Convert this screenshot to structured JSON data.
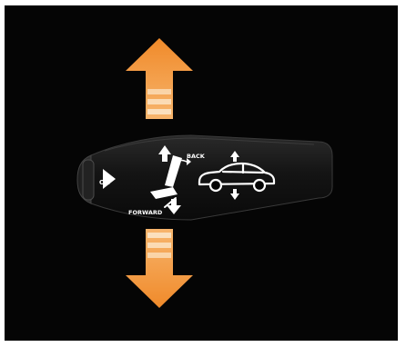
{
  "illustration": {
    "ok_label": "OK",
    "back_label": "BACK",
    "forward_label": "FORWARD",
    "icons": {
      "arrow_up": "orange-up-arrow-icon",
      "arrow_down": "orange-down-arrow-icon",
      "seat": "seat-adjust-icon",
      "car": "car-height-icon"
    },
    "colors": {
      "background": "#050505",
      "frame": "#ffffff",
      "arrow_main": "#f39a3d",
      "arrow_light": "#f7b56d",
      "arrow_stripe": "#fbe3c3",
      "lever": "#161616",
      "lever_edge": "#3a3a3a",
      "graphic": "#ffffff"
    }
  }
}
